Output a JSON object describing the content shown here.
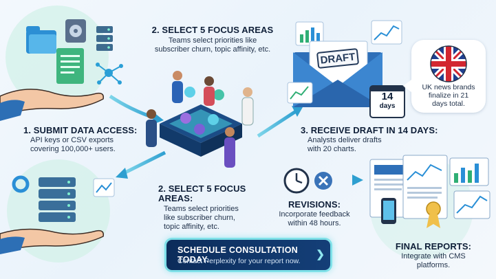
{
  "steps": {
    "submit": {
      "title": "1. SUBMIT DATA ACCESS:",
      "line1": "API keys or CSV exports",
      "line2": "covering 100,000+ users."
    },
    "select_top": {
      "title": "2. SELECT 5 FOCUS AREAS",
      "line1": "Teams select priorities like",
      "line2": "subscriber churn, topic affinity, etc."
    },
    "select_bottom": {
      "title": "2. SELECT 5 FOCUS AREAS:",
      "line1": "Teams select priorities",
      "line2": "like subscriber churn,",
      "line3": "topic affinity, etc."
    },
    "draft": {
      "title": "3. RECEIVE DRAFT IN 14 DAYS:",
      "line1": "Analysts deliver drafts",
      "line2": "with 20 charts."
    },
    "revisions": {
      "title": "REVISIONS:",
      "line1": "Incorporate feedback",
      "line2": "within 48 hours."
    },
    "final": {
      "title": "FINAL REPORTS:",
      "line1": "Integrate with CMS",
      "line2": "platforms."
    }
  },
  "calendar": {
    "number": "14",
    "unit": "days"
  },
  "draft_label": "DRAFT",
  "uk_note": {
    "line1": "UK news brands",
    "line2": "finalize in 21",
    "line3": "days total."
  },
  "cta": {
    "title": "SCHEDULE CONSULTATION TODAY.",
    "subtitle": "Contact Perplexity for your report now.",
    "arrow_icon": "chevron-right-icon"
  },
  "colors": {
    "accent_cyan": "#35b7d8",
    "navy": "#0c2c5a",
    "teal": "#2bb5a0"
  }
}
